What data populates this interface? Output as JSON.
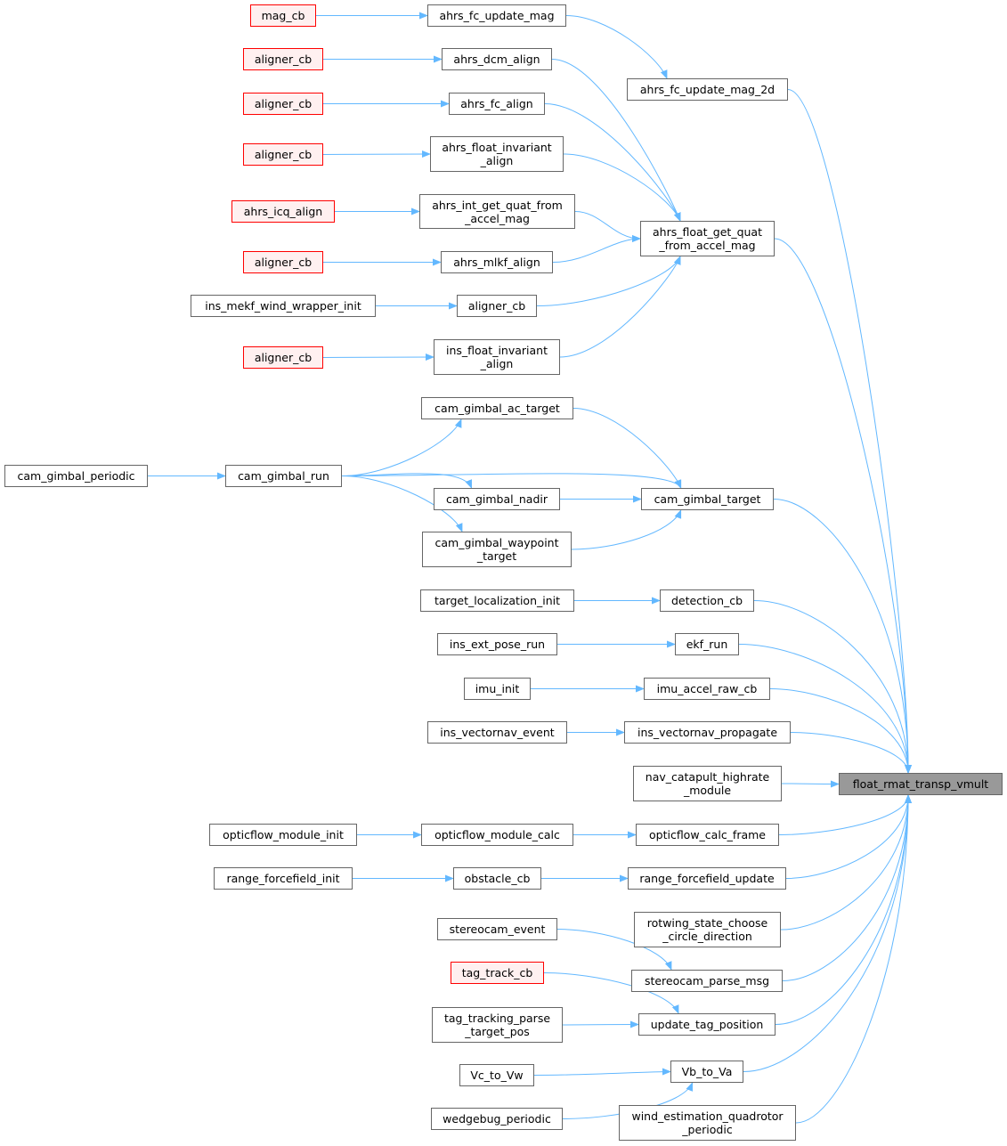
{
  "colors": {
    "edge": "#63b8ff",
    "node_border": "#666666",
    "truncated_border": "#ff0000",
    "truncated_fill": "#fff0f0",
    "target_fill": "#999999"
  },
  "nodes": [
    {
      "id": "T",
      "lines": [
        "float_rmat_transp_vmult"
      ],
      "style": "target"
    },
    {
      "id": "m2d",
      "lines": [
        "ahrs_fc_update_mag_2d"
      ]
    },
    {
      "id": "afq",
      "lines": [
        "ahrs_float_get_quat",
        "_from_accel_mag"
      ]
    },
    {
      "id": "cgt",
      "lines": [
        "cam_gimbal_target"
      ]
    },
    {
      "id": "det",
      "lines": [
        "detection_cb"
      ]
    },
    {
      "id": "ekf",
      "lines": [
        "ekf_run"
      ]
    },
    {
      "id": "iar",
      "lines": [
        "imu_accel_raw_cb"
      ]
    },
    {
      "id": "ivp",
      "lines": [
        "ins_vectornav_propagate"
      ]
    },
    {
      "id": "ncat",
      "lines": [
        "nav_catapult_highrate",
        "_module"
      ]
    },
    {
      "id": "ocf",
      "lines": [
        "opticflow_calc_frame"
      ]
    },
    {
      "id": "rfu",
      "lines": [
        "range_forcefield_update"
      ]
    },
    {
      "id": "rot",
      "lines": [
        "rotwing_state_choose",
        "_circle_direction"
      ]
    },
    {
      "id": "spm",
      "lines": [
        "stereocam_parse_msg"
      ]
    },
    {
      "id": "utp",
      "lines": [
        "update_tag_position"
      ]
    },
    {
      "id": "vbva",
      "lines": [
        "Vb_to_Va"
      ]
    },
    {
      "id": "weq",
      "lines": [
        "wind_estimation_quadrotor",
        "_periodic"
      ]
    },
    {
      "id": "fcm",
      "lines": [
        "ahrs_fc_update_mag"
      ]
    },
    {
      "id": "dcm",
      "lines": [
        "ahrs_dcm_align"
      ]
    },
    {
      "id": "fca",
      "lines": [
        "ahrs_fc_align"
      ]
    },
    {
      "id": "fia",
      "lines": [
        "ahrs_float_invariant",
        "_align"
      ]
    },
    {
      "id": "iga",
      "lines": [
        "ahrs_int_get_quat_from",
        "_accel_mag"
      ]
    },
    {
      "id": "mlkf",
      "lines": [
        "ahrs_mlkf_align"
      ]
    },
    {
      "id": "alc",
      "lines": [
        "aligner_cb"
      ]
    },
    {
      "id": "ifia",
      "lines": [
        "ins_float_invariant",
        "_align"
      ]
    },
    {
      "id": "cat",
      "lines": [
        "cam_gimbal_ac_target"
      ]
    },
    {
      "id": "cgn",
      "lines": [
        "cam_gimbal_nadir"
      ]
    },
    {
      "id": "cgw",
      "lines": [
        "cam_gimbal_waypoint",
        "_target"
      ]
    },
    {
      "id": "tli",
      "lines": [
        "target_localization_init"
      ]
    },
    {
      "id": "iepr",
      "lines": [
        "ins_ext_pose_run"
      ]
    },
    {
      "id": "imi",
      "lines": [
        "imu_init"
      ]
    },
    {
      "id": "ive",
      "lines": [
        "ins_vectornav_event"
      ]
    },
    {
      "id": "omc",
      "lines": [
        "opticflow_module_calc"
      ]
    },
    {
      "id": "obs",
      "lines": [
        "obstacle_cb"
      ]
    },
    {
      "id": "sce",
      "lines": [
        "stereocam_event"
      ]
    },
    {
      "id": "ttc",
      "lines": [
        "tag_track_cb"
      ],
      "style": "red"
    },
    {
      "id": "ttp",
      "lines": [
        "tag_tracking_parse",
        "_target_pos"
      ]
    },
    {
      "id": "vcvw",
      "lines": [
        "Vc_to_Vw"
      ]
    },
    {
      "id": "wbp",
      "lines": [
        "wedgebug_periodic"
      ]
    },
    {
      "id": "magcb",
      "lines": [
        "mag_cb"
      ],
      "style": "red"
    },
    {
      "id": "al1",
      "lines": [
        "aligner_cb"
      ],
      "style": "red"
    },
    {
      "id": "al2",
      "lines": [
        "aligner_cb"
      ],
      "style": "red"
    },
    {
      "id": "al3",
      "lines": [
        "aligner_cb"
      ],
      "style": "red"
    },
    {
      "id": "icq",
      "lines": [
        "ahrs_icq_align"
      ],
      "style": "red"
    },
    {
      "id": "al4",
      "lines": [
        "aligner_cb"
      ],
      "style": "red"
    },
    {
      "id": "mekf",
      "lines": [
        "ins_mekf_wind_wrapper_init"
      ]
    },
    {
      "id": "al5",
      "lines": [
        "aligner_cb"
      ],
      "style": "red"
    },
    {
      "id": "cgr",
      "lines": [
        "cam_gimbal_run"
      ]
    },
    {
      "id": "omi",
      "lines": [
        "opticflow_module_init"
      ]
    },
    {
      "id": "rfi",
      "lines": [
        "range_forcefield_init"
      ]
    },
    {
      "id": "cgp",
      "lines": [
        "cam_gimbal_periodic"
      ]
    }
  ],
  "edges": [
    [
      "magcb",
      "fcm"
    ],
    [
      "al1",
      "dcm"
    ],
    [
      "al2",
      "fca"
    ],
    [
      "al3",
      "fia"
    ],
    [
      "icq",
      "iga"
    ],
    [
      "al4",
      "mlkf"
    ],
    [
      "mekf",
      "alc"
    ],
    [
      "al5",
      "ifia"
    ],
    [
      "fcm",
      "m2d"
    ],
    [
      "m2d",
      "T"
    ],
    [
      "dcm",
      "afq"
    ],
    [
      "fca",
      "afq"
    ],
    [
      "fia",
      "afq"
    ],
    [
      "iga",
      "afq"
    ],
    [
      "mlkf",
      "afq"
    ],
    [
      "alc",
      "afq"
    ],
    [
      "ifia",
      "afq"
    ],
    [
      "afq",
      "T"
    ],
    [
      "cgp",
      "cgr"
    ],
    [
      "cgr",
      "cat"
    ],
    [
      "cgr",
      "cgt"
    ],
    [
      "cgr",
      "cgn"
    ],
    [
      "cgr",
      "cgw"
    ],
    [
      "cat",
      "cgt"
    ],
    [
      "cgn",
      "cgt"
    ],
    [
      "cgw",
      "cgt"
    ],
    [
      "cgt",
      "T"
    ],
    [
      "tli",
      "det"
    ],
    [
      "det",
      "T"
    ],
    [
      "iepr",
      "ekf"
    ],
    [
      "ekf",
      "T"
    ],
    [
      "imi",
      "iar"
    ],
    [
      "iar",
      "T"
    ],
    [
      "ive",
      "ivp"
    ],
    [
      "ivp",
      "T"
    ],
    [
      "ncat",
      "T"
    ],
    [
      "omi",
      "omc"
    ],
    [
      "omc",
      "ocf"
    ],
    [
      "ocf",
      "T"
    ],
    [
      "rfi",
      "obs"
    ],
    [
      "obs",
      "rfu"
    ],
    [
      "rfu",
      "T"
    ],
    [
      "rot",
      "T"
    ],
    [
      "sce",
      "spm"
    ],
    [
      "spm",
      "T"
    ],
    [
      "ttc",
      "utp"
    ],
    [
      "ttp",
      "utp"
    ],
    [
      "utp",
      "T"
    ],
    [
      "vcvw",
      "vbva"
    ],
    [
      "wbp",
      "vbva"
    ],
    [
      "vbva",
      "T"
    ],
    [
      "weq",
      "T"
    ]
  ]
}
